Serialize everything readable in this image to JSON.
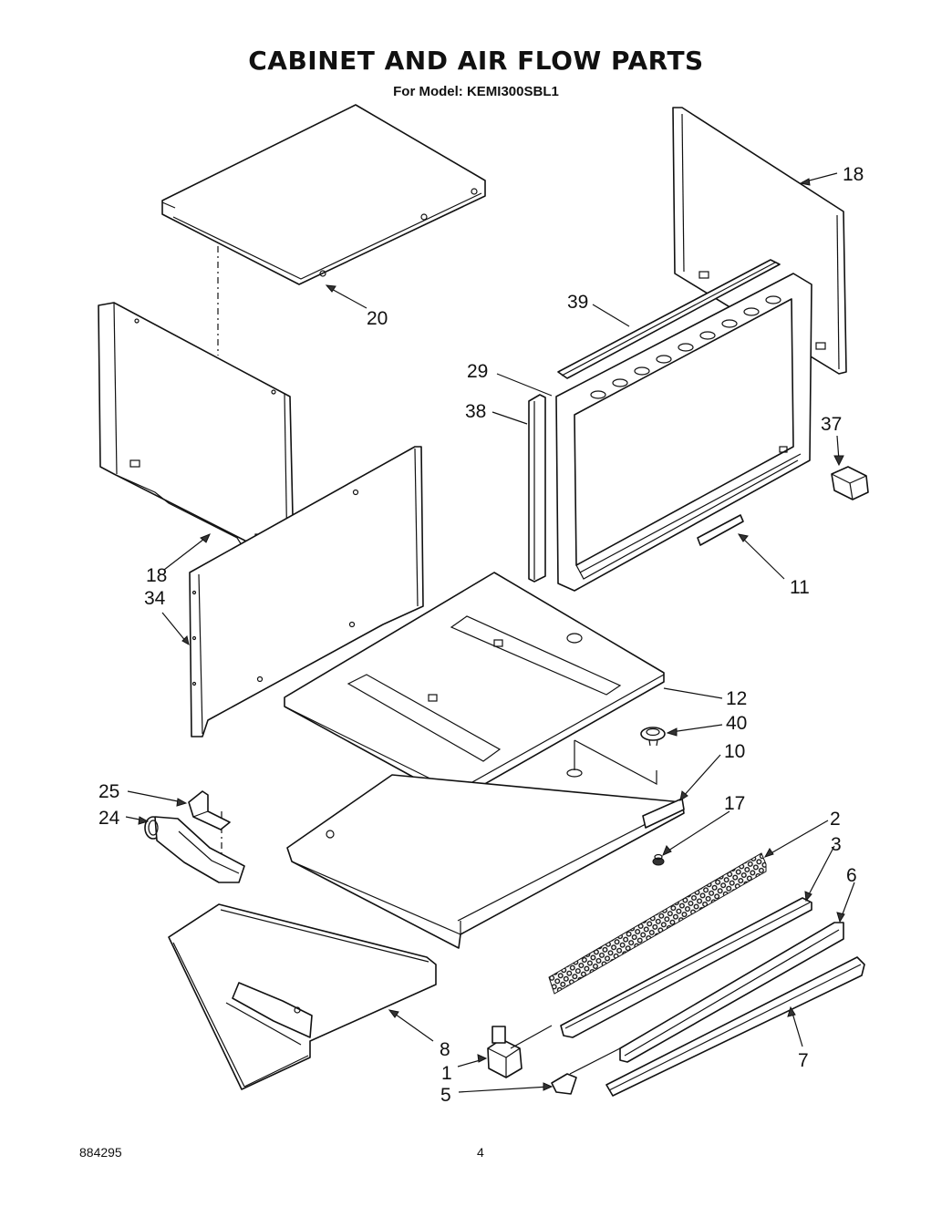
{
  "header": {
    "title": "CABINET AND AIR FLOW PARTS",
    "subtitle": "For Model: KEMI300SBL1"
  },
  "footer": {
    "doc_number": "884295",
    "page_number": "4"
  },
  "callouts": [
    {
      "id": "c20",
      "label": "20"
    },
    {
      "id": "c18a",
      "label": "18"
    },
    {
      "id": "c39",
      "label": "39"
    },
    {
      "id": "c29",
      "label": "29"
    },
    {
      "id": "c38",
      "label": "38"
    },
    {
      "id": "c37",
      "label": "37"
    },
    {
      "id": "c11",
      "label": "11"
    },
    {
      "id": "c18b",
      "label": "18"
    },
    {
      "id": "c34",
      "label": "34"
    },
    {
      "id": "c12",
      "label": "12"
    },
    {
      "id": "c40",
      "label": "40"
    },
    {
      "id": "c10",
      "label": "10"
    },
    {
      "id": "c25",
      "label": "25"
    },
    {
      "id": "c24",
      "label": "24"
    },
    {
      "id": "c17",
      "label": "17"
    },
    {
      "id": "c2",
      "label": "2"
    },
    {
      "id": "c3",
      "label": "3"
    },
    {
      "id": "c6",
      "label": "6"
    },
    {
      "id": "c8",
      "label": "8"
    },
    {
      "id": "c1",
      "label": "1"
    },
    {
      "id": "c5",
      "label": "5"
    },
    {
      "id": "c7",
      "label": "7"
    }
  ]
}
